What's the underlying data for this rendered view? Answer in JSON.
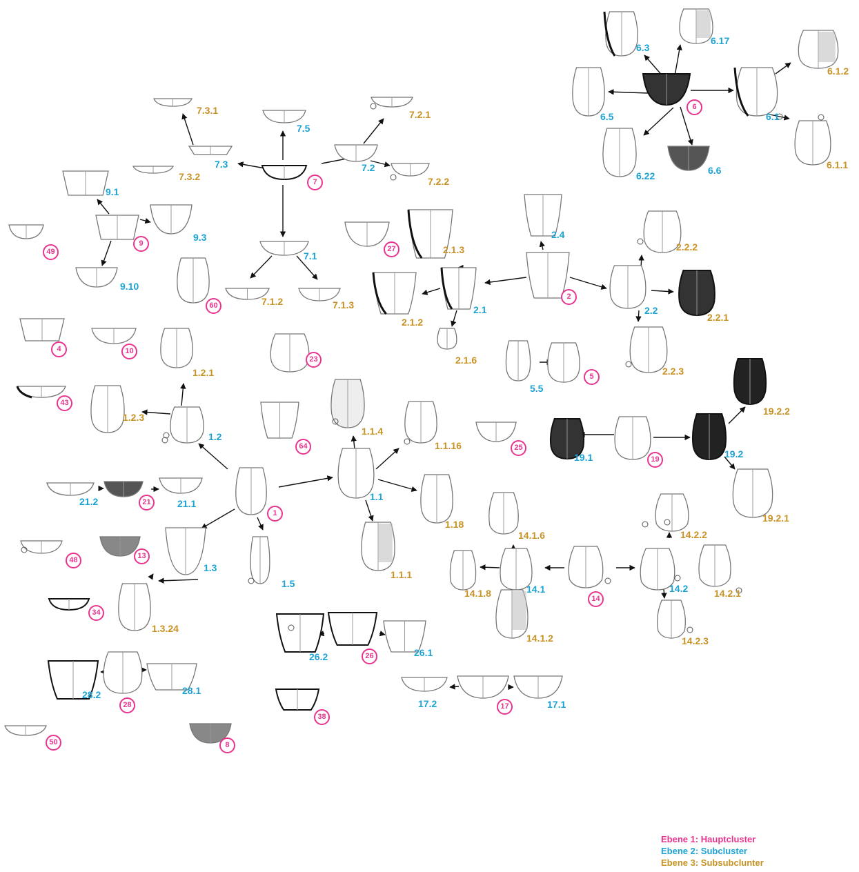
{
  "colors": {
    "level1": "#e8348e",
    "level2": "#1aa3d4",
    "level3": "#c89224",
    "arrow": "#111111"
  },
  "legend": {
    "level1": "Ebene 1: Hauptcluster",
    "level2": "Ebene 2: Subcluster",
    "level3": "Ebene 3: Subsubclunter"
  },
  "main_clusters": [
    "1",
    "2",
    "4",
    "5",
    "6",
    "7",
    "8",
    "9",
    "10",
    "13",
    "14",
    "17",
    "19",
    "21",
    "23",
    "25",
    "26",
    "27",
    "28",
    "34",
    "38",
    "43",
    "48",
    "49",
    "50",
    "60",
    "64"
  ],
  "subclusters": [
    "1.1",
    "1.2",
    "1.3",
    "1.5",
    "2.1",
    "2.2",
    "2.4",
    "5.5",
    "6.1",
    "6.3",
    "6.5",
    "6.6",
    "6.17",
    "6.22",
    "7.1",
    "7.2",
    "7.3",
    "7.5",
    "9.1",
    "9.3",
    "9.10",
    "14.1",
    "14.2",
    "17.1",
    "17.2",
    "19.1",
    "19.2",
    "21.1",
    "21.2",
    "26.1",
    "26.2",
    "28.1",
    "28.2"
  ],
  "subsubclusters": [
    "1.1.1",
    "1.1.4",
    "1.1.16",
    "1.18",
    "1.2.1",
    "1.2.3",
    "1.3.24",
    "2.1.2",
    "2.1.3",
    "2.1.6",
    "2.2.1",
    "2.2.2",
    "2.2.3",
    "6.1.1",
    "6.1.2",
    "7.1.2",
    "7.1.3",
    "7.2.1",
    "7.2.2",
    "7.3.1",
    "7.3.2",
    "14.1.2",
    "14.1.6",
    "14.1.8",
    "14.2.1",
    "14.2.2",
    "14.2.3",
    "19.2.1",
    "19.2.2"
  ],
  "vessel_shapes": [
    "bowl-profile",
    "beaker-profile",
    "jar-profile",
    "jug-profile",
    "cup-profile"
  ]
}
